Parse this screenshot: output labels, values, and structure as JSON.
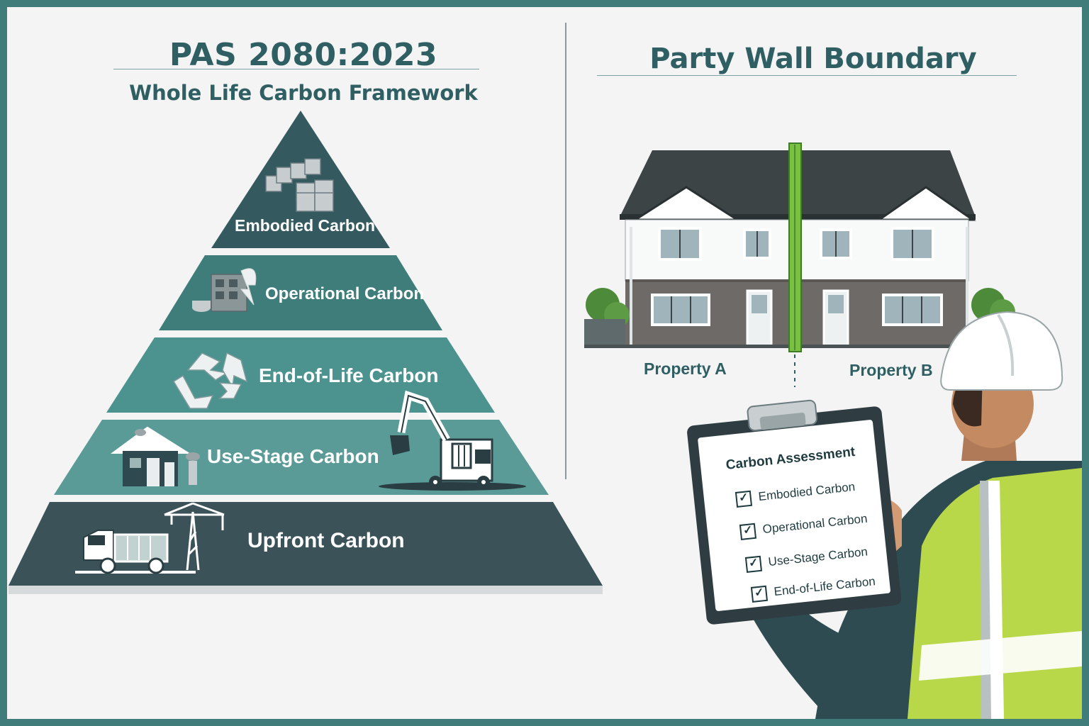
{
  "header": {
    "left_title": "PAS 2080:2023",
    "left_subtitle": "Whole Life Carbon Framework",
    "right_title": "Party Wall Boundary"
  },
  "pyramid": {
    "tiers": [
      {
        "label": "Embodied Carbon",
        "color": "#345a5f",
        "icon": "building-blocks-icon"
      },
      {
        "label": "Operational Carbon",
        "color": "#3f7d7b",
        "icon": "building-energy-icon"
      },
      {
        "label": "End-of-Life Carbon",
        "color": "#4c9390",
        "icon": "recycle-icon"
      },
      {
        "label": "Use-Stage Carbon",
        "color": "#5a9b98",
        "icon": "house-icon"
      },
      {
        "label": "Upfront Carbon",
        "color": "#3a5258",
        "icon": "truck-crane-icon"
      }
    ]
  },
  "properties": {
    "left": "Property A",
    "right": "Property B"
  },
  "clipboard": {
    "title": "Carbon Assessment",
    "items": [
      "Embodied Carbon",
      "Operational Carbon",
      "Use-Stage Carbon",
      "End-of-Life Carbon"
    ]
  },
  "colors": {
    "accent": "#2f5f63",
    "party_wall": "#7ac143",
    "frame": "#3f7c7a"
  }
}
